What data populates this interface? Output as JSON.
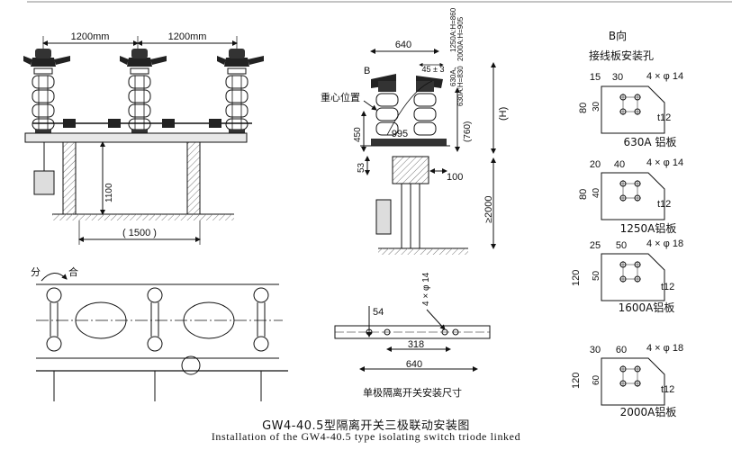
{
  "front_view": {
    "dim_left": "1200mm",
    "dim_right": "1200mm",
    "dim_height": "1100",
    "dim_base": "( 1500 )"
  },
  "side_view": {
    "dim_width": "640",
    "dim_offset": "45 ± 3",
    "label_b": "B",
    "label_cog": "重心位置",
    "dim_450": "450",
    "dim_995": "995",
    "dim_760": "(760)",
    "dim_h": "(H)",
    "dim_53": "53",
    "dim_100": "100",
    "dim_2000": "≥2000",
    "note_1250": "1250A:H=860",
    "note_2000": "2000A:H=905",
    "note_630_1": "630A、",
    "note_630_2": "630A:H=830"
  },
  "plan_view": {
    "label_open": "分",
    "label_close": "合"
  },
  "mount_view": {
    "dim_54": "54",
    "dim_hole": "4 × φ 14",
    "dim_318": "318",
    "dim_640": "640",
    "caption": "单极隔离开关安装尺寸"
  },
  "plates": {
    "header": "B向",
    "subheader": "接线板安装孔",
    "items": [
      {
        "w1": "15",
        "w2": "30",
        "h1": "80",
        "h2": "30",
        "hole": "4 × φ 14",
        "t": "t12",
        "label": "630A  铝板"
      },
      {
        "w1": "20",
        "w2": "40",
        "h1": "80",
        "h2": "40",
        "hole": "4 × φ 14",
        "t": "t12",
        "label": "1250A铝板"
      },
      {
        "w1": "25",
        "w2": "50",
        "h1": "120",
        "h2": "50",
        "hole": "4 × φ 18",
        "t": "t12",
        "label": "1600A铝板"
      },
      {
        "w1": "30",
        "w2": "60",
        "h1": "120",
        "h2": "60",
        "hole": "4 × φ 18",
        "t": "t12",
        "label": "2000A铝板"
      }
    ]
  },
  "caption": {
    "title_cn": "GW4-40.5型隔离开关三极联动安装图",
    "title_en": "Installation of the GW4-40.5 type isolating switch triode linked"
  }
}
